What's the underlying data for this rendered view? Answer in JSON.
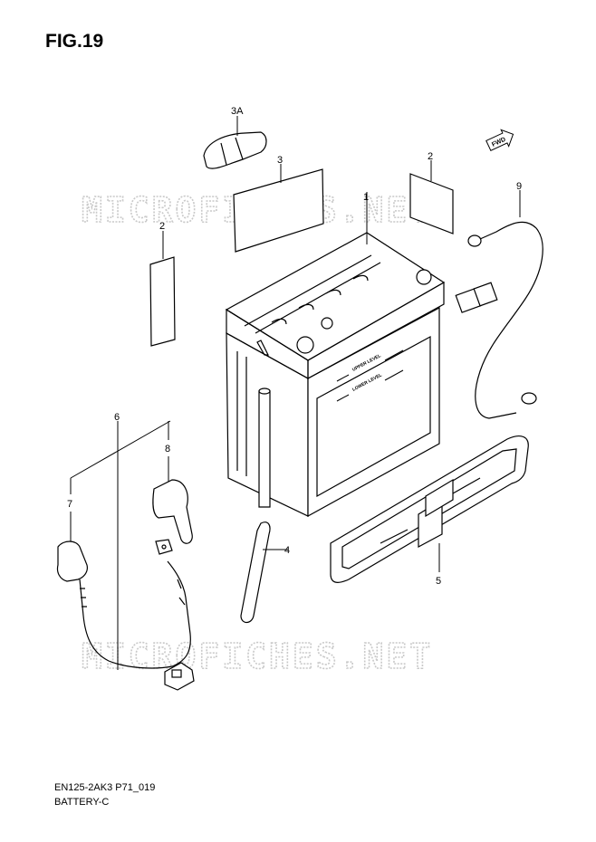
{
  "figure": {
    "title": "FIG.19"
  },
  "watermarks": [
    "MICROFICHES.NET",
    "MICROFICHES.NET"
  ],
  "fwd_arrow": {
    "label": "FWD"
  },
  "battery": {
    "upper_level": "UPPER LEVEL",
    "lower_level": "LOWER LEVEL"
  },
  "callouts": [
    {
      "id": "1",
      "label": "1"
    },
    {
      "id": "2a",
      "label": "2"
    },
    {
      "id": "2b",
      "label": "2"
    },
    {
      "id": "3",
      "label": "3"
    },
    {
      "id": "3A",
      "label": "3A"
    },
    {
      "id": "4",
      "label": "4"
    },
    {
      "id": "5",
      "label": "5"
    },
    {
      "id": "6",
      "label": "6"
    },
    {
      "id": "7",
      "label": "7"
    },
    {
      "id": "8",
      "label": "8"
    },
    {
      "id": "9",
      "label": "9"
    }
  ],
  "footer": {
    "code": "EN125-2AK3 P71_019",
    "name": "BATTERY-C"
  }
}
